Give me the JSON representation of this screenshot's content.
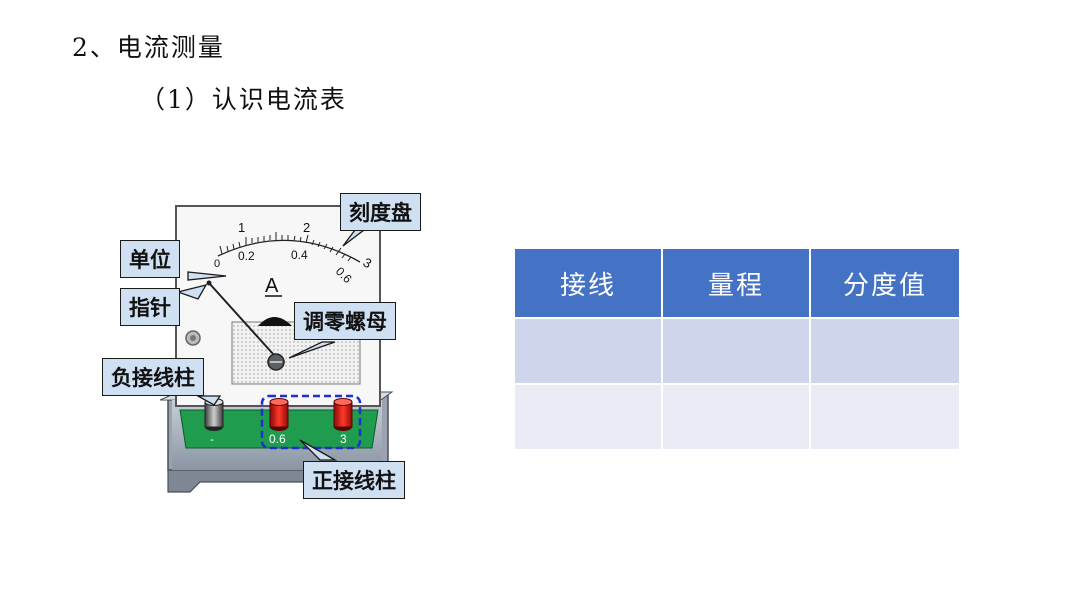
{
  "slide": {
    "heading": "2、电流测量",
    "subheading": "（1）认识电流表"
  },
  "meter": {
    "scale_labels_top": [
      "1",
      "2",
      "3"
    ],
    "scale_labels_bottom": [
      "0",
      "0.2",
      "0.4",
      "0.6"
    ],
    "unit_symbol": "A",
    "terminal_labels": [
      "-",
      "0.6",
      "3"
    ]
  },
  "callouts": {
    "dial": "刻度盘",
    "unit": "单位",
    "pointer": "指针",
    "zero_adjust": "调零螺母",
    "negative_terminal": "负接线柱",
    "positive_terminal": "正接线柱"
  },
  "table": {
    "headers": [
      "接线",
      "量程",
      "分度值"
    ],
    "rows": [
      [
        "",
        "",
        ""
      ],
      [
        "",
        "",
        ""
      ]
    ]
  }
}
